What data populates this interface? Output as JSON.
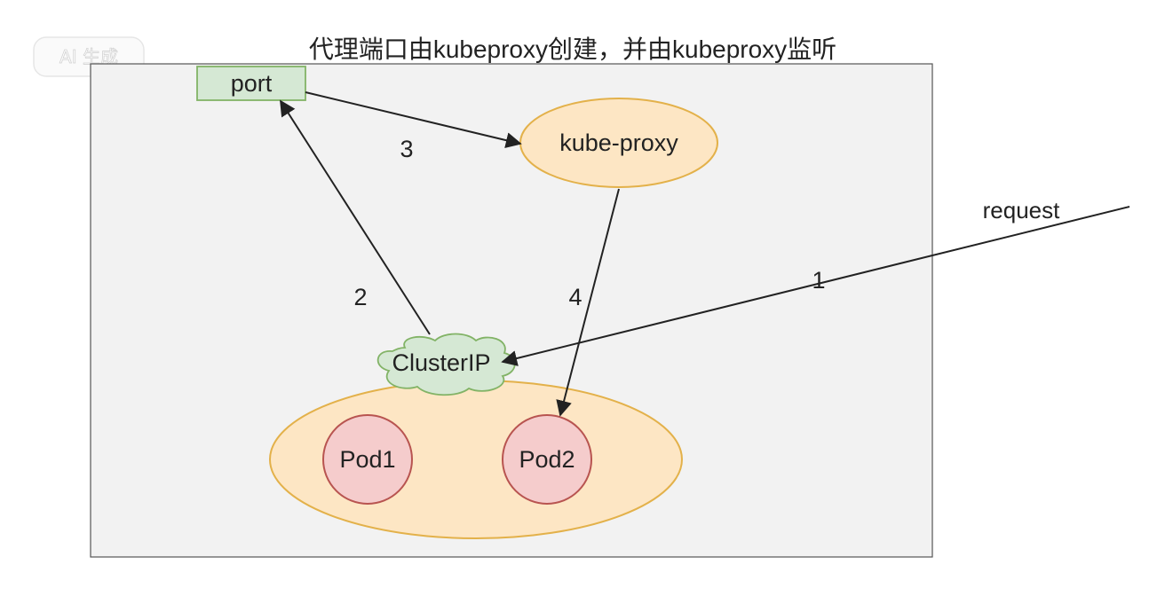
{
  "watermark": "AI 生成",
  "title": "代理端口由kubeproxy创建，并由kubeproxy监听",
  "nodes": {
    "port": "port",
    "kube_proxy": "kube-proxy",
    "cluster_ip": "ClusterIP",
    "pod1": "Pod1",
    "pod2": "Pod2"
  },
  "edges": {
    "request": "request",
    "step1": "1",
    "step2": "2",
    "step3": "3",
    "step4": "4"
  },
  "colors": {
    "node_box_fill": "#f2f2f2",
    "green_fill": "#d5e8d4",
    "green_stroke": "#82b366",
    "orange_fill": "#fde6c4",
    "orange_stroke": "#e3b14a",
    "pod_fill": "#f5cccc",
    "pod_stroke": "#b85450",
    "line": "#222222"
  }
}
